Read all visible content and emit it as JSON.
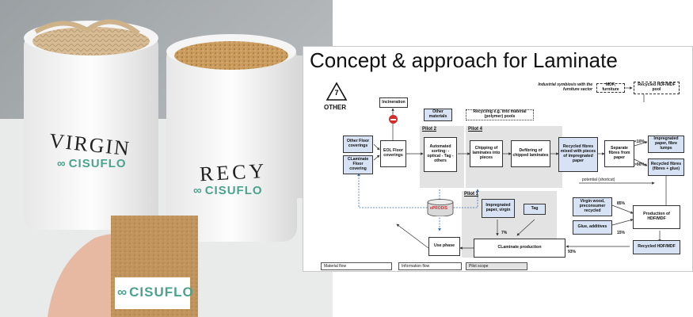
{
  "photo": {
    "jar_left_label": "VIRGIN",
    "jar_right_label": "RECY",
    "jar_brand": "CISUFLO",
    "cube_brand": "CISUFLO",
    "colors": {
      "virgin_fibre": "#d6bb94",
      "recycled_fibre": "#c99b5c",
      "cube": "#b98f5c",
      "brand_green": "#4aa38d"
    }
  },
  "slide": {
    "title": "Concept & approach for Laminate",
    "recycle_number": "7",
    "recycle_label": "OTHER",
    "industrial_note": "Industrial symbiosis with the furniture sector",
    "boxes": {
      "mdf_furniture": "MDF, furniture",
      "recycled_pool": "Recycled HDF/MDF pool",
      "incineration": "Incineration",
      "other_materials": "Other materials",
      "recycling_note": "Recycling e.g. into material (polymer) pools",
      "other_floor": "Other Floor coverings",
      "claminate_floor": "CLaminate Floor covering",
      "eol": "EOL Floor coverings",
      "sorting": "Automated sorting: - optical - Tag - others",
      "chipping": "Chipping of laminates into pieces",
      "defibring": "Defibring of chipped laminates",
      "recycled_fibres_mixed": "Recycled fibres mixed with pieces of impregnated paper",
      "separate": "Separate fibres from paper",
      "impregnated_lumps": "Impregnated paper, fibre lumps",
      "recycled_fibres_glue": "Recycled fibres (fibres + glue)",
      "virgin_wood": "Virgin wood, preconsumer recycled",
      "glue_additives": "Glue, additives",
      "production": "Production of HDF/MDF",
      "recycled_hdf": "Recycled HDF/MDF",
      "impregnated_virgin": "Impregnated paper, virgin",
      "tag": "Tag",
      "claminate_production": "CLaminate production",
      "use_phase": "Use phase",
      "eprodis": "ePRODIS"
    },
    "pilots": {
      "p1": "Pilot 1",
      "p2": "Pilot 2",
      "p4": "Pilot 4"
    },
    "values": {
      "lt10": "<10%",
      "gt90": ">90%",
      "p85": "85%",
      "p15": "15%",
      "p7": "7%",
      "p93": "93%",
      "potential": "potential (shortcut)"
    },
    "legend": {
      "material": "Material flow",
      "information": "Information flow",
      "pilot": "Pilot scope"
    }
  }
}
